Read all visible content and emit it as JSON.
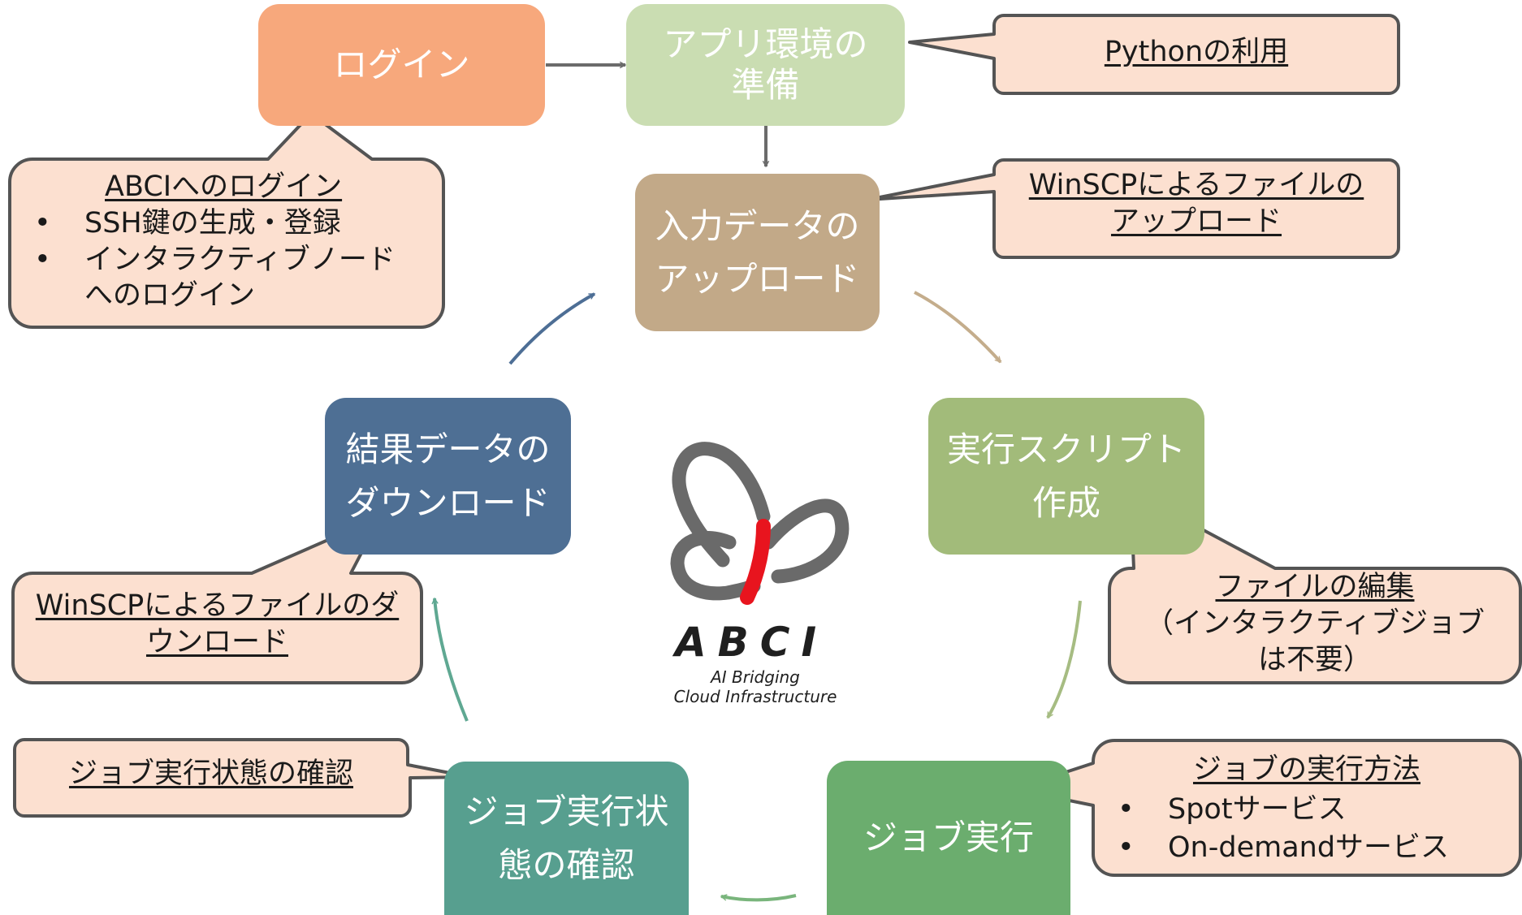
{
  "steps": {
    "login": {
      "lines": [
        "ログイン"
      ],
      "color": "#F7A87C"
    },
    "env": {
      "lines": [
        "アプリ環境の",
        "準備"
      ],
      "color": "#CADDB2"
    },
    "upload": {
      "lines": [
        "入力データの",
        "アップロード"
      ],
      "color": "#C2A988"
    },
    "script": {
      "lines": [
        "実行スクリプト",
        "作成"
      ],
      "color": "#A2BB7A"
    },
    "run": {
      "lines": [
        "ジョブ実行"
      ],
      "color": "#6BAD6E"
    },
    "status": {
      "lines": [
        "ジョブ実行状",
        "態の確認"
      ],
      "color": "#579F8F"
    },
    "download": {
      "lines": [
        "結果データの",
        "ダウンロード"
      ],
      "color": "#4E6F94"
    }
  },
  "callouts": {
    "login": {
      "title": "ABCIへのログイン",
      "items": [
        [
          "SSH鍵の生成・登録"
        ],
        [
          "インタラクティブノード",
          "へのログイン"
        ]
      ]
    },
    "env": {
      "title": "Pythonの利用"
    },
    "upload": {
      "title_lines": [
        "WinSCPによるファイルの",
        "アップロード"
      ]
    },
    "script": {
      "title": "ファイルの編集",
      "body_lines": [
        "（インタラクティブジョブ",
        "は不要）"
      ]
    },
    "run": {
      "title": "ジョブの実行方法",
      "items": [
        [
          "Spotサービス"
        ],
        [
          "On-demandサービス"
        ]
      ]
    },
    "status": {
      "title": "ジョブ実行状態の確認"
    },
    "download": {
      "title_lines": [
        "WinSCPによるファイルのダ",
        "ウンロード"
      ]
    }
  },
  "logo": {
    "name": "ABCI",
    "tagline": [
      "AI Bridging",
      "Cloud Infrastructure"
    ],
    "accent": "#E8141E",
    "ribbon": "#6A6A6A"
  },
  "colors": {
    "callout_fill": "#FCE0D0",
    "callout_stroke": "#545454",
    "connector": "#6B6B6B",
    "arrow_upload_to_script": "#C4AD8C",
    "arrow_script_to_run": "#A6BC82",
    "arrow_run_to_status": "#79B57C",
    "arrow_status_to_download": "#5FA892",
    "arrow_download_to_upload": "#4D6E95"
  }
}
